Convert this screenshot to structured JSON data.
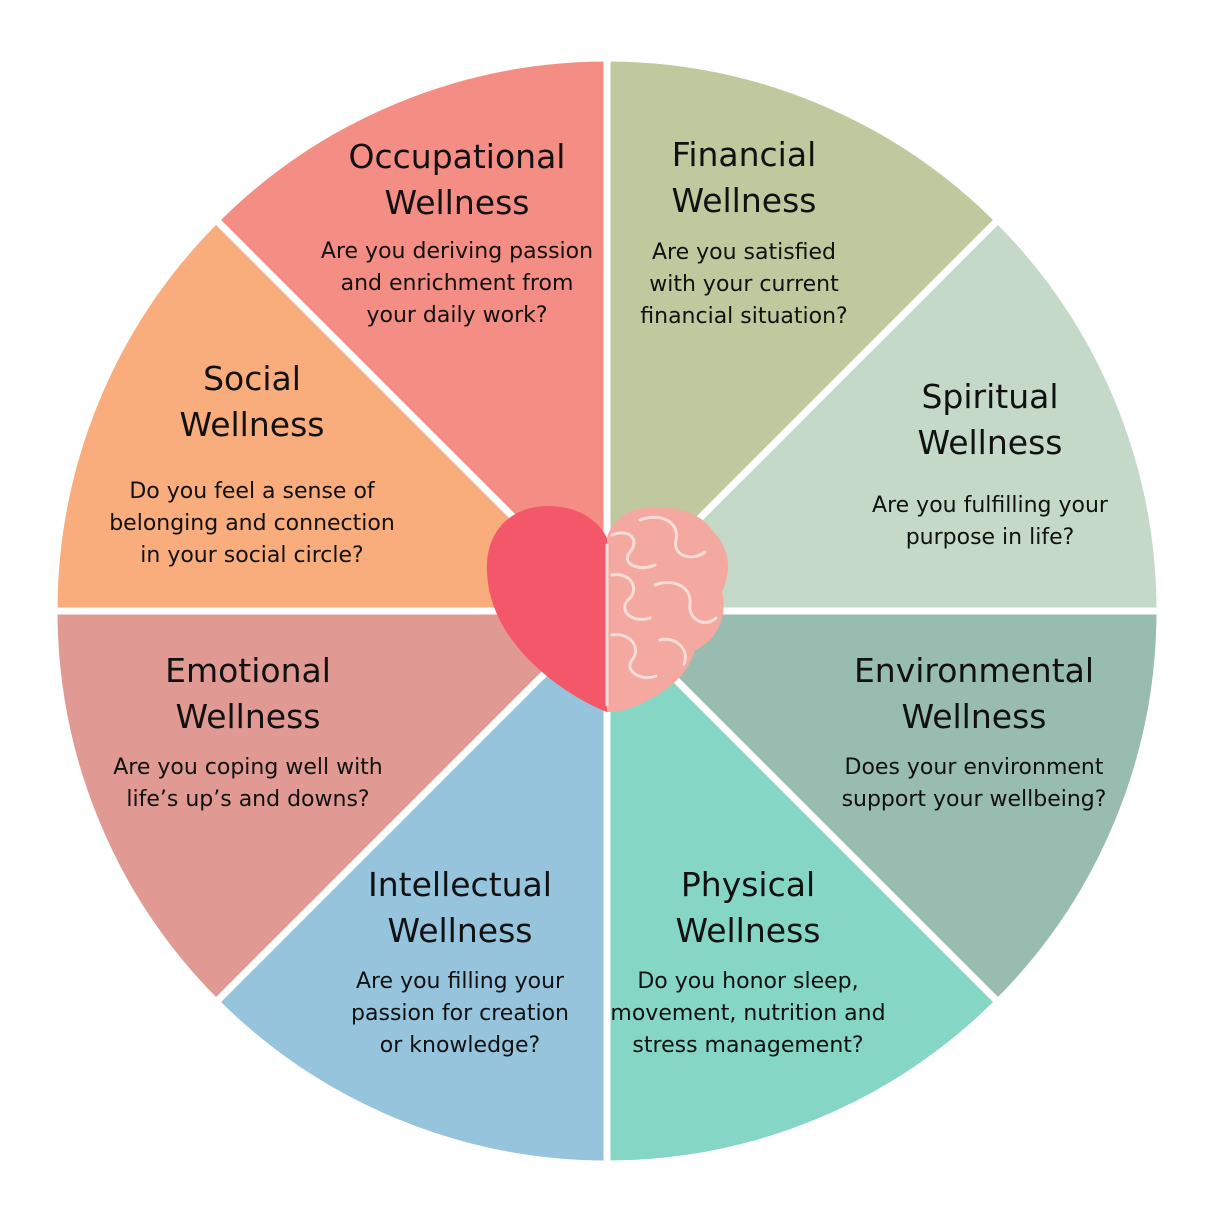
{
  "colors": {
    "background": "#ffffff",
    "divider": "#ffffff",
    "heart": "#f4566a",
    "brain": "#f4a9a0",
    "brain_lines": "#f7dcd8"
  },
  "center_icons": [
    "heart-icon",
    "brain-icon"
  ],
  "segments": [
    {
      "key": "occupational",
      "title_lines": [
        "Occupational",
        "Wellness"
      ],
      "question_lines": [
        "Are you deriving passion",
        "and enrichment from",
        "your daily work?"
      ],
      "color": "#f48d84"
    },
    {
      "key": "financial",
      "title_lines": [
        "Financial",
        "Wellness"
      ],
      "question_lines": [
        "Are you satisfied",
        "with your current",
        "financial situation?"
      ],
      "color": "#c0c89e"
    },
    {
      "key": "spiritual",
      "title_lines": [
        "Spiritual",
        "Wellness"
      ],
      "question_lines": [
        "Are you fulfilling your",
        "purpose in life?"
      ],
      "color": "#c4d9c7"
    },
    {
      "key": "environmental",
      "title_lines": [
        "Environmental",
        "Wellness"
      ],
      "question_lines": [
        "Does your environment",
        "support your wellbeing?"
      ],
      "color": "#99bcb1"
    },
    {
      "key": "physical",
      "title_lines": [
        "Physical",
        "Wellness"
      ],
      "question_lines": [
        "Do you honor sleep,",
        "movement, nutrition and",
        "stress management?"
      ],
      "color": "#85d6c4"
    },
    {
      "key": "intellectual",
      "title_lines": [
        "Intellectual",
        "Wellness"
      ],
      "question_lines": [
        "Are you filling your",
        "passion for creation",
        "or knowledge?"
      ],
      "color": "#95c4dc"
    },
    {
      "key": "emotional",
      "title_lines": [
        "Emotional",
        "Wellness"
      ],
      "question_lines": [
        "Are you coping well with",
        "life’s up’s and downs?"
      ],
      "color": "#e09a93"
    },
    {
      "key": "social",
      "title_lines": [
        "Social",
        "Wellness"
      ],
      "question_lines": [
        "Do you feel a sense of",
        "belonging and connection",
        "in your social circle?"
      ],
      "color": "#f9ad7d"
    }
  ]
}
